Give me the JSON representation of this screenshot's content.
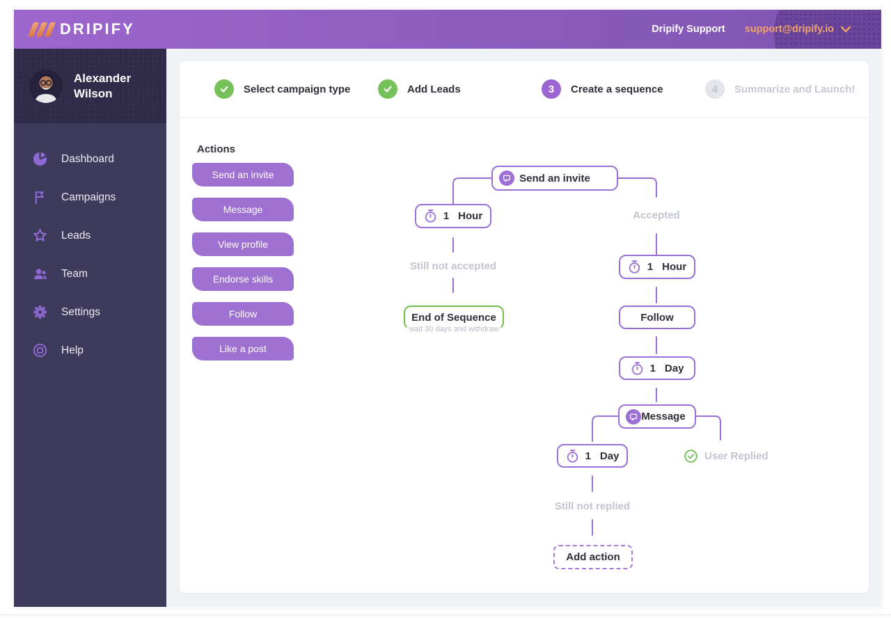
{
  "header": {
    "logo_text": "DRIPIFY",
    "support_label": "Dripify Support",
    "account_email": "support@dripify.io"
  },
  "sidebar": {
    "user_name": "Alexander Wilson",
    "items": [
      {
        "label": "Dashboard",
        "icon": "pie-chart-icon"
      },
      {
        "label": "Campaigns",
        "icon": "flag-icon"
      },
      {
        "label": "Leads",
        "icon": "star-icon"
      },
      {
        "label": "Team",
        "icon": "team-icon"
      },
      {
        "label": "Settings",
        "icon": "gear-icon"
      },
      {
        "label": "Help",
        "icon": "help-icon"
      }
    ]
  },
  "stepper": {
    "steps": [
      {
        "label": "Select campaign type",
        "state": "done"
      },
      {
        "label": "Add Leads",
        "state": "done"
      },
      {
        "label": "Create a sequence",
        "state": "active",
        "number": "3"
      },
      {
        "label": "Summarize and Launch!",
        "state": "upcoming",
        "number": "4"
      }
    ]
  },
  "actions_panel": {
    "title": "Actions",
    "buttons": [
      "Send an invite",
      "Message",
      "View profile",
      "Endorse skills",
      "Follow",
      "Like a post"
    ]
  },
  "flow": {
    "send_invite": "Send an invite",
    "delay1": {
      "value": "1",
      "unit": "Hour"
    },
    "accepted": "Accepted",
    "still_not_accepted": "Still not accepted",
    "end_title": "End of Sequence",
    "end_subtitle": "wait 30 days and withdraw",
    "delay2": {
      "value": "1",
      "unit": "Hour"
    },
    "follow": "Follow",
    "delay3": {
      "value": "1",
      "unit": "Day"
    },
    "message": "Message",
    "delay4": {
      "value": "1",
      "unit": "Day"
    },
    "user_replied": "User Replied",
    "still_not_replied": "Still not replied",
    "add_action": "Add action"
  },
  "colors": {
    "accent_purple": "#9c6fd6",
    "button_purple": "#9d70d2",
    "header_gradient_start": "#9d66cd",
    "header_gradient_end": "#7e54b0",
    "sidebar_bg": "#3e3a5c",
    "user_card_bg": "#2f2b49",
    "success_green": "#76c159",
    "end_node_green": "#6fbf4f",
    "muted_gray": "#c2c5d0",
    "orange_accent": "#f2a368",
    "main_bg": "#f1f2f6"
  }
}
